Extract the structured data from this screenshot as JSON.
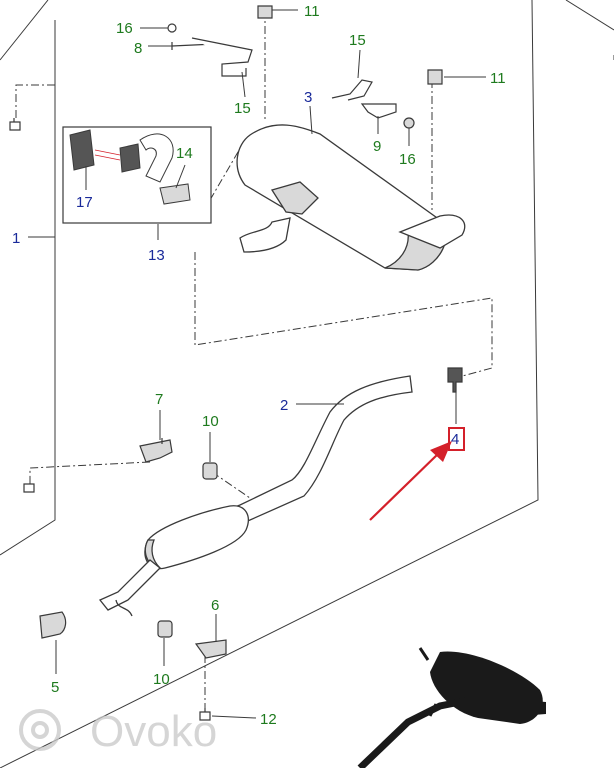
{
  "colors": {
    "line": "#3a3a3a",
    "part_fill": "#ffffff",
    "part_shade": "#d9d9d9",
    "label_green": "#1e7a1e",
    "label_blue": "#1a2a9a",
    "highlight": "#d4202a",
    "photo": "#1a1a1a",
    "watermark": "#c8c8c8"
  },
  "callouts": [
    {
      "id": "c16a",
      "text": "16",
      "color": "green"
    },
    {
      "id": "c11a",
      "text": "11",
      "color": "green"
    },
    {
      "id": "c8",
      "text": "8",
      "color": "green"
    },
    {
      "id": "c15a",
      "text": "15",
      "color": "green"
    },
    {
      "id": "c3",
      "text": "3",
      "color": "blue"
    },
    {
      "id": "c15b",
      "text": "15",
      "color": "green"
    },
    {
      "id": "c11b",
      "text": "11",
      "color": "green"
    },
    {
      "id": "c9",
      "text": "9",
      "color": "green"
    },
    {
      "id": "c16b",
      "text": "16",
      "color": "green"
    },
    {
      "id": "c14",
      "text": "14",
      "color": "green"
    },
    {
      "id": "c17",
      "text": "17",
      "color": "blue"
    },
    {
      "id": "c13",
      "text": "13",
      "color": "blue"
    },
    {
      "id": "c1",
      "text": "1",
      "color": "blue"
    },
    {
      "id": "c2",
      "text": "2",
      "color": "blue"
    },
    {
      "id": "c7",
      "text": "7",
      "color": "green"
    },
    {
      "id": "c10a",
      "text": "10",
      "color": "green"
    },
    {
      "id": "c4",
      "text": "4",
      "color": "blue"
    },
    {
      "id": "c6",
      "text": "6",
      "color": "green"
    },
    {
      "id": "c5",
      "text": "5",
      "color": "green"
    },
    {
      "id": "c10b",
      "text": "10",
      "color": "green"
    },
    {
      "id": "c12",
      "text": "12",
      "color": "green"
    }
  ],
  "highlighted_callout": "4",
  "watermark": "Ovoko"
}
